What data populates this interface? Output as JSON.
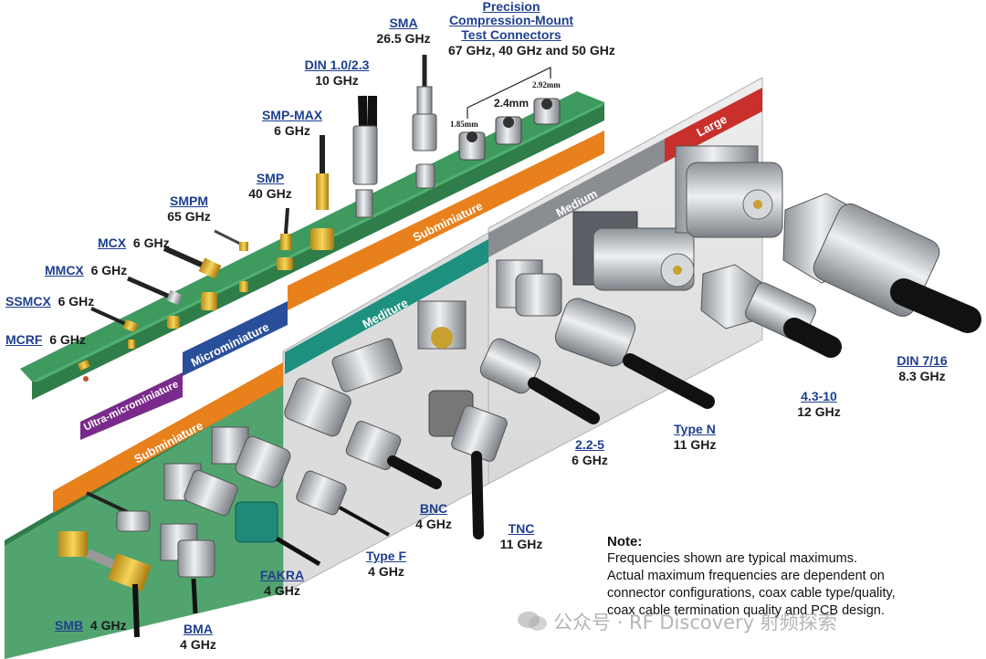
{
  "precision": {
    "title": "Precision",
    "title2": "Compression-Mount",
    "title3": "Test Connectors",
    "freqs": "67 GHz, 40 GHz and 50 GHz",
    "sizes": [
      "1.85mm",
      "2.4mm",
      "2.92mm"
    ]
  },
  "connectors": [
    {
      "name": "SMA",
      "freq": "26.5 GHz"
    },
    {
      "name": "DIN 1.0/2.3",
      "freq": "10 GHz"
    },
    {
      "name": "SMP-MAX",
      "freq": "6 GHz"
    },
    {
      "name": "SMP",
      "freq": "40 GHz"
    },
    {
      "name": "SMPM",
      "freq": "65 GHz"
    },
    {
      "name": "MCX",
      "freq": "6 GHz"
    },
    {
      "name": "MMCX",
      "freq": "6 GHz"
    },
    {
      "name": "SSMCX",
      "freq": "6 GHz"
    },
    {
      "name": "MCRF",
      "freq": "6 GHz"
    },
    {
      "name": "BNC",
      "freq": "4 GHz"
    },
    {
      "name": "TNC",
      "freq": "11 GHz"
    },
    {
      "name": "Type F",
      "freq": "4 GHz"
    },
    {
      "name": "FAKRA",
      "freq": "4 GHz"
    },
    {
      "name": "BMA",
      "freq": "4 GHz"
    },
    {
      "name": "SMB",
      "freq": "4 GHz"
    },
    {
      "name": "2.2-5",
      "freq": "6 GHz"
    },
    {
      "name": "Type N",
      "freq": "11 GHz"
    },
    {
      "name": "4.3-10",
      "freq": "12 GHz"
    },
    {
      "name": "DIN 7/16",
      "freq": "8.3 GHz"
    }
  ],
  "bands": {
    "ultra": "Ultra-microminiature",
    "micro": "Microminiature",
    "sub_top": "Subminiature",
    "sub_bottom": "Subminiature",
    "mediture": "Mediture",
    "medium": "Medium",
    "large": "Large"
  },
  "colors": {
    "board_green": "#3f9a5f",
    "ultra": "#7a2a8a",
    "micro": "#2a4f9a",
    "sub": "#e8801c",
    "mediture": "#1e9080",
    "medium": "#8a8d92",
    "large": "#c9302c",
    "label_blue": "#1e3f8f"
  },
  "note": {
    "title": "Note:",
    "lines": [
      "Frequencies shown are typical maximums.",
      "Actual maximum frequencies are dependent on",
      "connector configurations, coax cable type/quality,",
      "coax cable termination quality and PCB design."
    ]
  },
  "watermark": "公众号 · RF Discovery 射频探索"
}
